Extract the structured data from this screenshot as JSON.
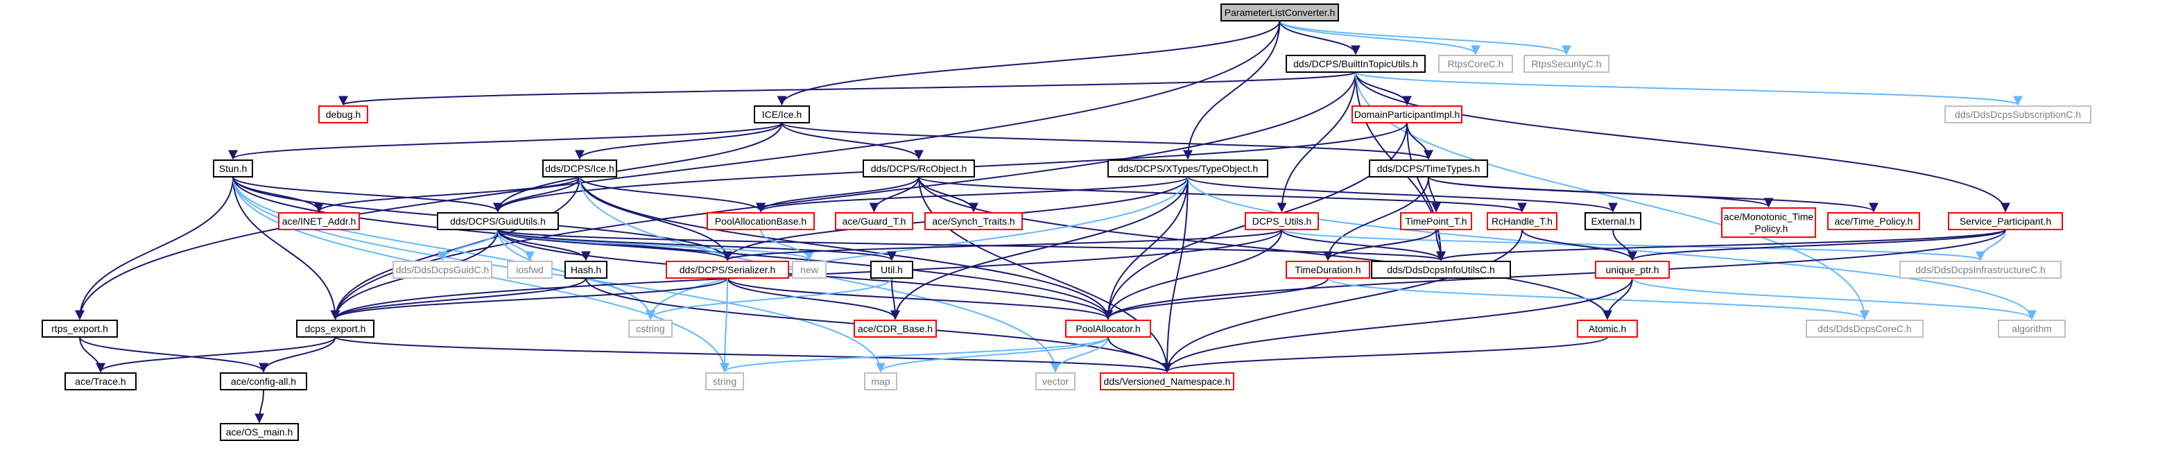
{
  "diagram": {
    "colors": {
      "root_fill": "#bfbfbf",
      "black_border": "#000000",
      "red_border": "#ff0000",
      "gray_border": "#bfbfbf",
      "gray_text": "#7f7f7f",
      "edge_dark": "#191970",
      "edge_light": "#63b8ff"
    },
    "nodes": {
      "n_root": {
        "lines": [
          "ParameterListConverter.h"
        ],
        "border": "root"
      },
      "n_builtin": {
        "lines": [
          "dds/DCPS/BuiltInTopicUtils.h"
        ],
        "border": "black"
      },
      "n_rtpscore": {
        "lines": [
          "RtpsCoreC.h"
        ],
        "border": "gray"
      },
      "n_rtpssec": {
        "lines": [
          "RtpsSecurityC.h"
        ],
        "border": "gray"
      },
      "n_debug": {
        "lines": [
          "debug.h"
        ],
        "border": "red"
      },
      "n_domainpart": {
        "lines": [
          "DomainParticipantImpl.h"
        ],
        "border": "red"
      },
      "n_subscr": {
        "lines": [
          "dds/DdsDcpsSubscriptionC.h"
        ],
        "border": "gray"
      },
      "n_ice": {
        "lines": [
          "ICE/Ice.h"
        ],
        "border": "black"
      },
      "n_stun": {
        "lines": [
          "Stun.h"
        ],
        "border": "black"
      },
      "n_dcpsice": {
        "lines": [
          "dds/DCPS/Ice.h"
        ],
        "border": "black"
      },
      "n_rcobject": {
        "lines": [
          "dds/DCPS/RcObject.h"
        ],
        "border": "black"
      },
      "n_typeobject": {
        "lines": [
          "dds/DCPS/XTypes/TypeObject.h"
        ],
        "border": "black"
      },
      "n_timetypes": {
        "lines": [
          "dds/DCPS/TimeTypes.h"
        ],
        "border": "black"
      },
      "n_inetaddr": {
        "lines": [
          "ace/INET_Addr.h"
        ],
        "border": "red"
      },
      "n_guidutils": {
        "lines": [
          "dds/DCPS/GuidUtils.h"
        ],
        "border": "black"
      },
      "n_poolallocbase": {
        "lines": [
          "PoolAllocationBase.h"
        ],
        "border": "red"
      },
      "n_guardt": {
        "lines": [
          "ace/Guard_T.h"
        ],
        "border": "red"
      },
      "n_synchtraits": {
        "lines": [
          "ace/Synch_Traits.h"
        ],
        "border": "red"
      },
      "n_dcpsutils": {
        "lines": [
          "DCPS_Utils.h"
        ],
        "border": "red"
      },
      "n_rchandle": {
        "lines": [
          "RcHandle_T.h"
        ],
        "border": "red"
      },
      "n_timepoint": {
        "lines": [
          "TimePoint_T.h"
        ],
        "border": "red"
      },
      "n_external": {
        "lines": [
          "External.h"
        ],
        "border": "black"
      },
      "n_monotonic": {
        "lines": [
          "ace/Monotonic_Time",
          "_Policy.h"
        ],
        "border": "red"
      },
      "n_timepolicy": {
        "lines": [
          "ace/Time_Policy.h"
        ],
        "border": "red"
      },
      "n_servicepart": {
        "lines": [
          "Service_Participant.h"
        ],
        "border": "red"
      },
      "n_guidc": {
        "lines": [
          "dds/DdsDcpsGuidC.h"
        ],
        "border": "gray"
      },
      "n_iosfwd": {
        "lines": [
          "iosfwd"
        ],
        "border": "gray"
      },
      "n_hash": {
        "lines": [
          "Hash.h"
        ],
        "border": "black"
      },
      "n_serializer": {
        "lines": [
          "dds/DCPS/Serializer.h"
        ],
        "border": "red"
      },
      "n_new": {
        "lines": [
          "new"
        ],
        "border": "gray"
      },
      "n_util": {
        "lines": [
          "Util.h"
        ],
        "border": "black"
      },
      "n_infoutils": {
        "lines": [
          "dds/DdsDcpsInfoUtilsC.h"
        ],
        "border": "black"
      },
      "n_timeduration": {
        "lines": [
          "TimeDuration.h"
        ],
        "border": "red"
      },
      "n_uniqueptr": {
        "lines": [
          "unique_ptr.h"
        ],
        "border": "red"
      },
      "n_infrastructure": {
        "lines": [
          "dds/DdsDcpsInfrastructureC.h"
        ],
        "border": "gray"
      },
      "n_rtpsexport": {
        "lines": [
          "rtps_export.h"
        ],
        "border": "black"
      },
      "n_dcpsexport": {
        "lines": [
          "dcps_export.h"
        ],
        "border": "black"
      },
      "n_cstring": {
        "lines": [
          "cstring"
        ],
        "border": "gray"
      },
      "n_cdrbase": {
        "lines": [
          "ace/CDR_Base.h"
        ],
        "border": "red"
      },
      "n_poolalloc": {
        "lines": [
          "PoolAllocator.h"
        ],
        "border": "red"
      },
      "n_atomic": {
        "lines": [
          "Atomic.h"
        ],
        "border": "red"
      },
      "n_corec": {
        "lines": [
          "dds/DdsDcpsCoreC.h"
        ],
        "border": "gray"
      },
      "n_algorithm": {
        "lines": [
          "algorithm"
        ],
        "border": "gray"
      },
      "n_trace": {
        "lines": [
          "ace/Trace.h"
        ],
        "border": "black"
      },
      "n_configall": {
        "lines": [
          "ace/config-all.h"
        ],
        "border": "black"
      },
      "n_string": {
        "lines": [
          "string"
        ],
        "border": "gray"
      },
      "n_map": {
        "lines": [
          "map"
        ],
        "border": "gray"
      },
      "n_vector": {
        "lines": [
          "vector"
        ],
        "border": "gray"
      },
      "n_versioned": {
        "lines": [
          "dds/Versioned_Namespace.h"
        ],
        "border": "red"
      },
      "n_osmain": {
        "lines": [
          "ace/OS_main.h"
        ],
        "border": "black"
      }
    }
  }
}
